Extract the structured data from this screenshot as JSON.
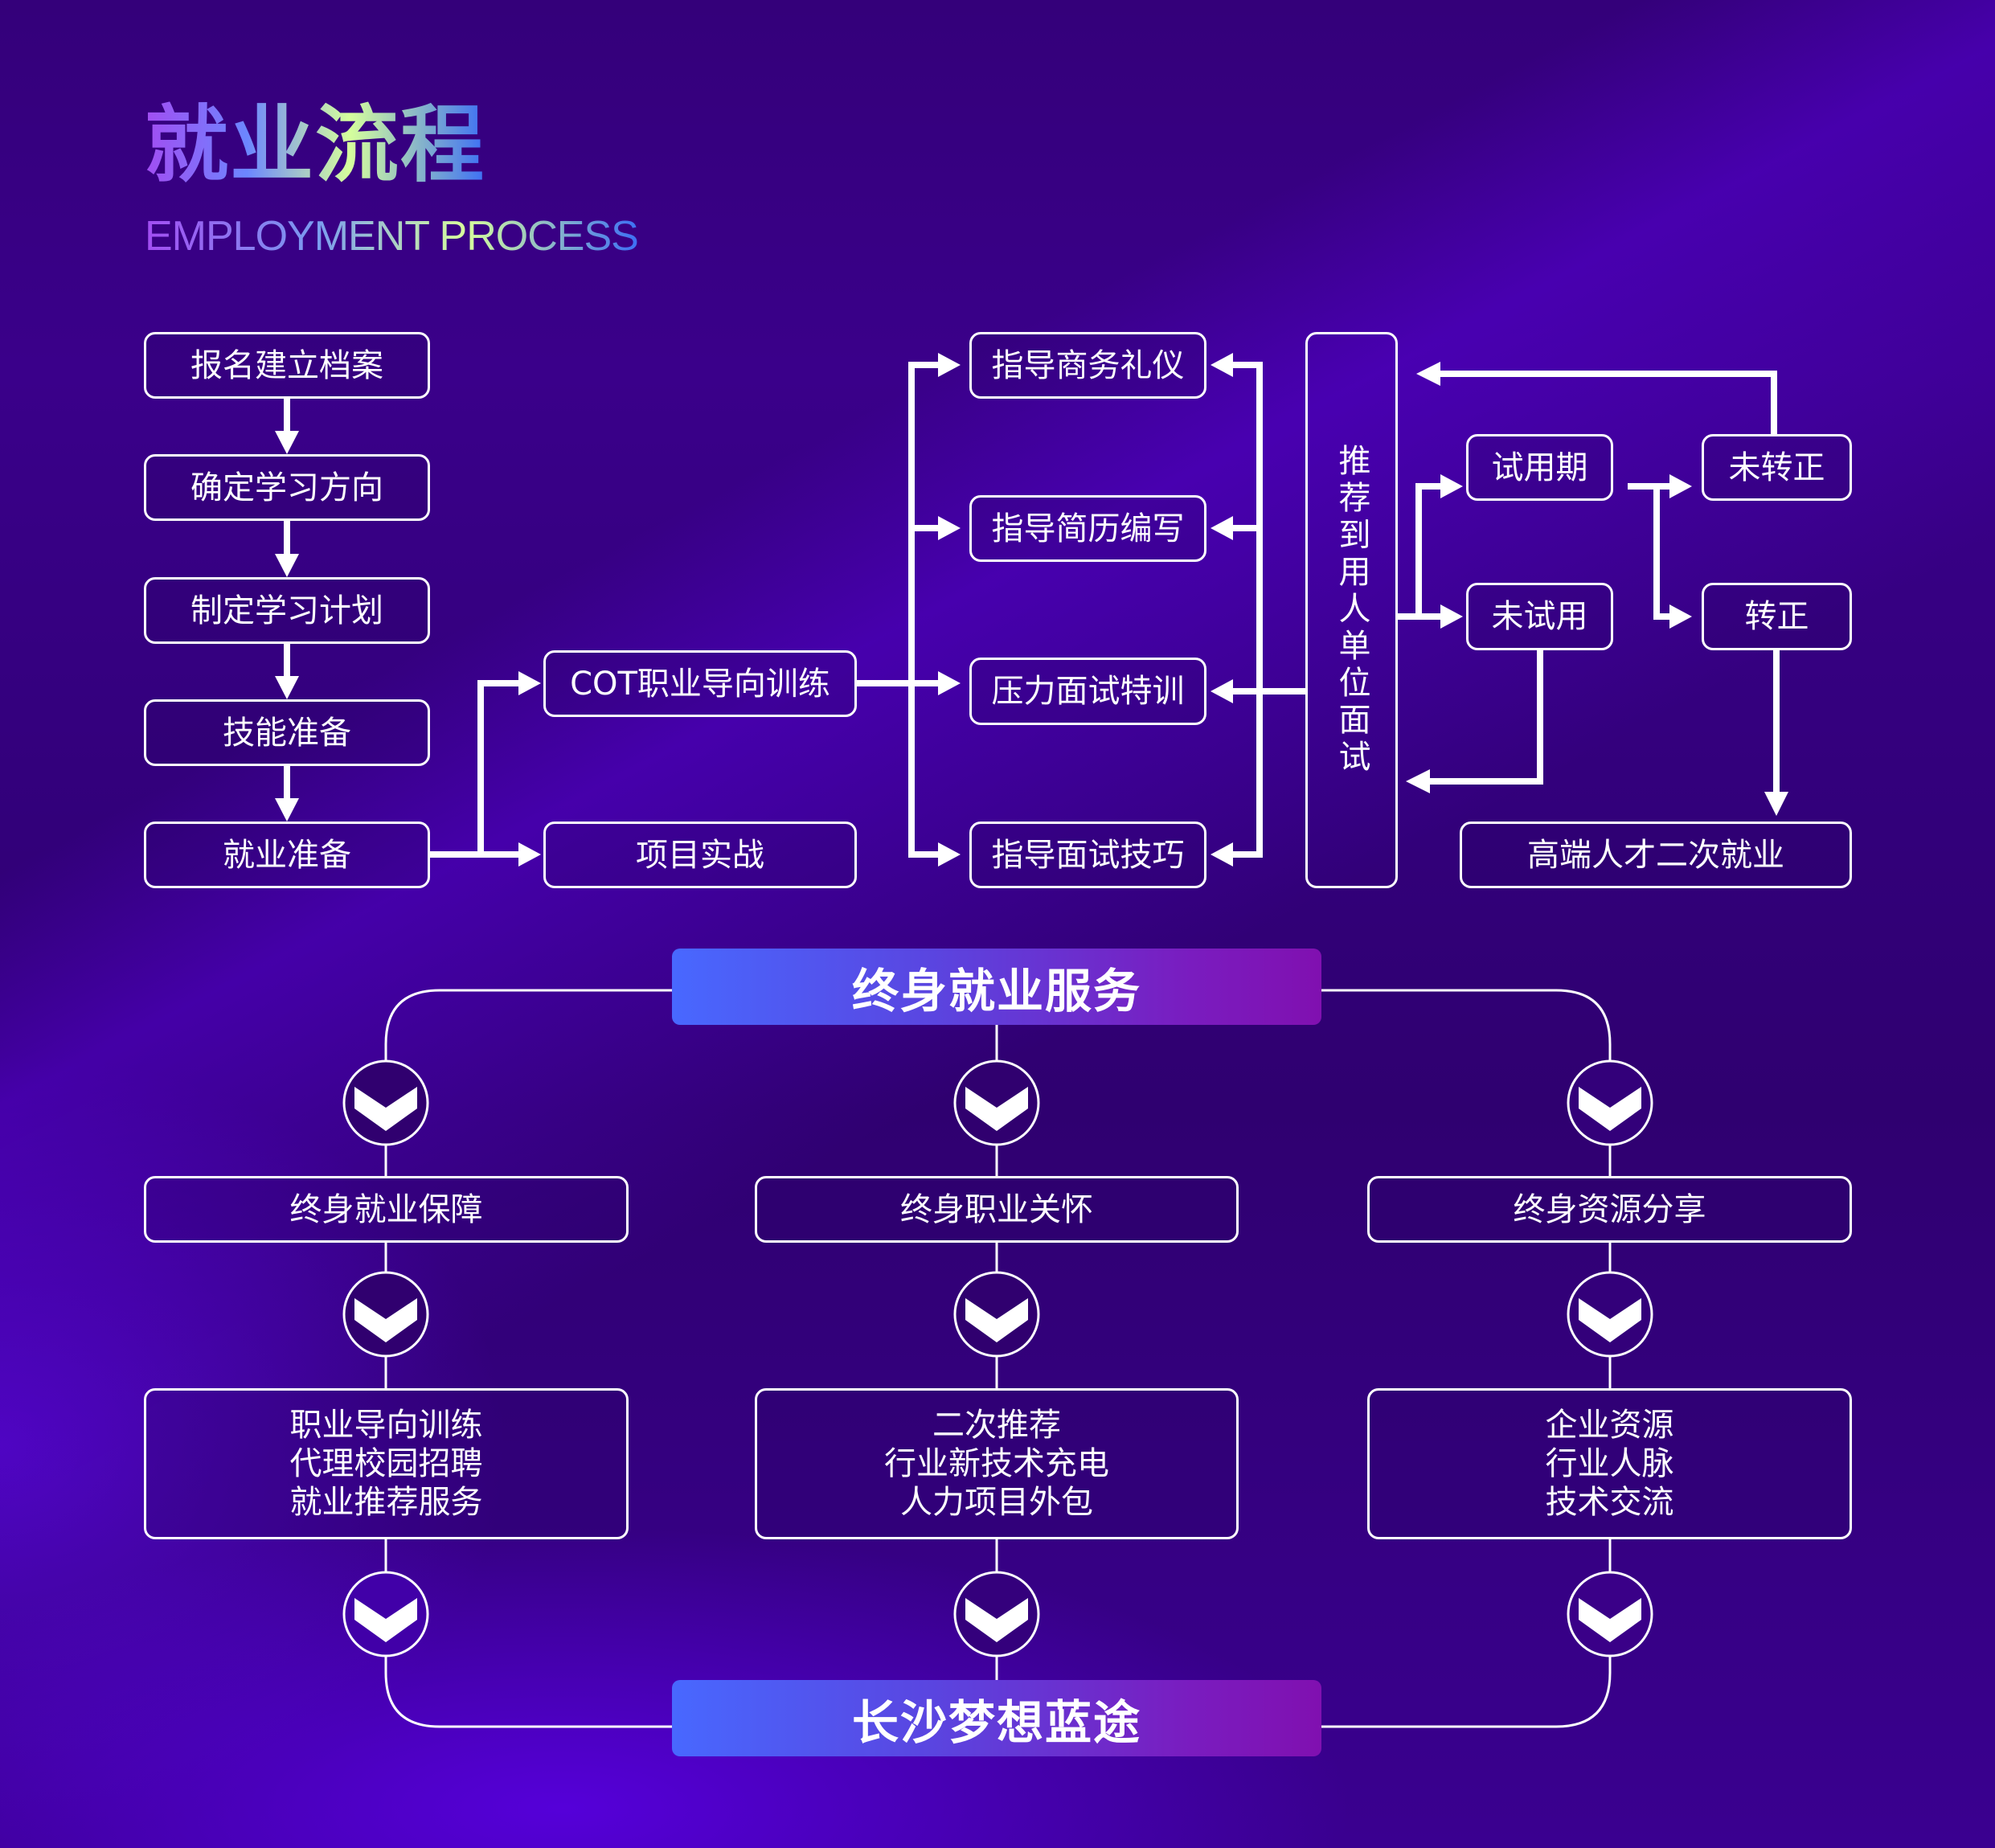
{
  "header": {
    "title": "就业流程",
    "subtitle": "EMPLOYMENT PROCESS"
  },
  "colors": {
    "background": "#30006f",
    "line": "#ffffff",
    "banner_gradient_start": "#4868ff",
    "banner_gradient_end": "#8010b0",
    "title_gradient": [
      "#a24df2",
      "#6c86ff",
      "#d6ff9c",
      "#3d6ff5"
    ]
  },
  "flow": {
    "steps": [
      "报名建立档案",
      "确定学习方向",
      "制定学习计划",
      "技能准备",
      "就业准备"
    ],
    "training": [
      "COT职业导向训练",
      "项目实战"
    ],
    "coaching": [
      "指导商务礼仪",
      "指导简历编写",
      "压力面试特训",
      "指导面试技巧"
    ],
    "interview": "推荐到用人单位面试",
    "trial": "试用期",
    "no_trial": "未试用",
    "not_regular": "未转正",
    "regular": "转正",
    "reemployment": "高端人才二次就业"
  },
  "service": {
    "top_banner": "终身就业服务",
    "bottom_banner": "长沙梦想蓝途",
    "columns": [
      {
        "title": "终身就业保障",
        "items": [
          "职业导向训练",
          "代理校园招聘",
          "就业推荐服务"
        ]
      },
      {
        "title": "终身职业关怀",
        "items": [
          "二次推荐",
          "行业新技术充电",
          "人力项目外包"
        ]
      },
      {
        "title": "终身资源分享",
        "items": [
          "企业资源",
          "行业人脉",
          "技术交流"
        ]
      }
    ],
    "connector_icon": "chevron-down-icon"
  }
}
